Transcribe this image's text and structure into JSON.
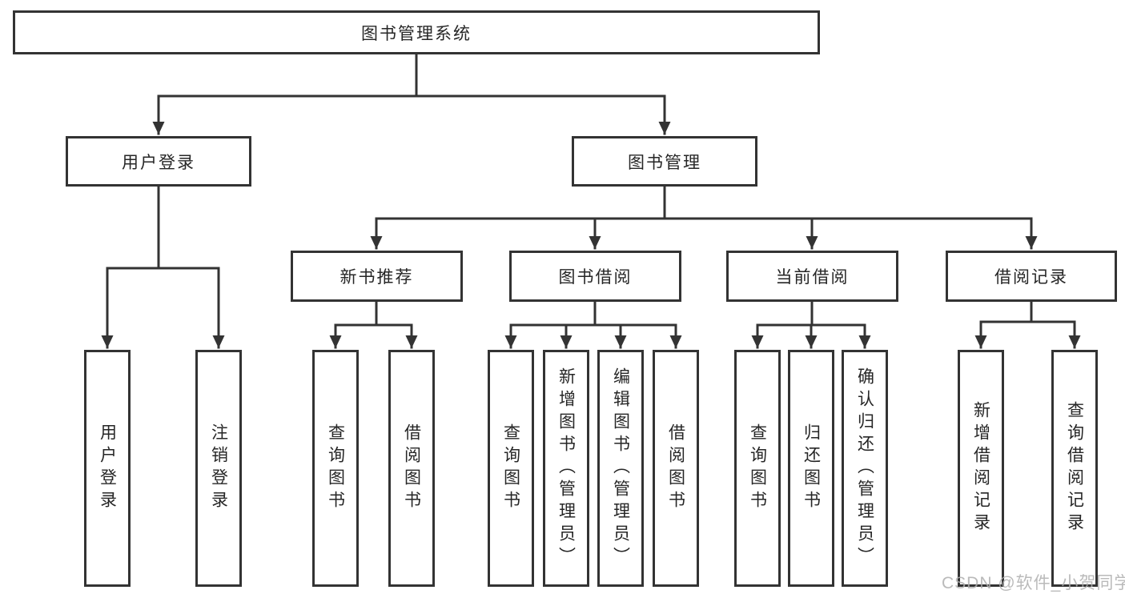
{
  "diagram": {
    "root": {
      "label": "图书管理系统"
    },
    "level2": [
      {
        "label": "用户登录"
      },
      {
        "label": "图书管理"
      }
    ],
    "level3": [
      {
        "label": "新书推荐"
      },
      {
        "label": "图书借阅"
      },
      {
        "label": "当前借阅"
      },
      {
        "label": "借阅记录"
      }
    ],
    "leaves": {
      "user": [
        "用户登录",
        "注销登录"
      ],
      "recommend": [
        "查询图书",
        "借阅图书"
      ],
      "borrow": [
        "查询图书",
        "新增图书（管理员）",
        "编辑图书（管理员）",
        "借阅图书"
      ],
      "current": [
        "查询图书",
        "归还图书",
        "确认归还（管理员）"
      ],
      "records": [
        "新增借阅记录",
        "查询借阅记录"
      ]
    },
    "colors": {
      "line": "#333333",
      "box_border": "#333333",
      "text": "#262626",
      "background": "#ffffff",
      "watermark": "#aeaeae"
    }
  },
  "watermark": {
    "text": "CSDN @软件_小贺同学"
  }
}
